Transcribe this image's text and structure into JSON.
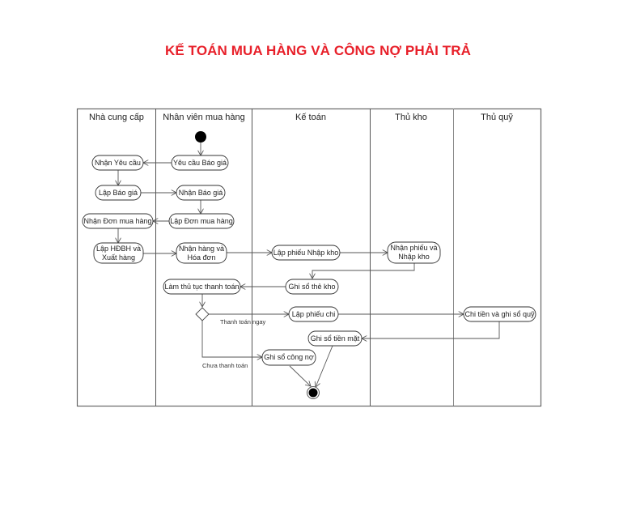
{
  "title": "KẾ TOÁN MUA HÀNG VÀ CÔNG NỢ PHẢI TRẢ",
  "colors": {
    "title": "#e8202a",
    "line": "#555555",
    "node_fill": "#ffffff",
    "initial_node": "#000000"
  },
  "swimlanes": [
    {
      "id": "ncc",
      "label": "Nhà cung cấp"
    },
    {
      "id": "nvmh",
      "label": "Nhân viên mua hàng"
    },
    {
      "id": "kt",
      "label": "Kế toán"
    },
    {
      "id": "tk",
      "label": "Thủ kho"
    },
    {
      "id": "tq",
      "label": "Thủ quỹ"
    }
  ],
  "nodes": {
    "n1": {
      "lane": "nvmh",
      "lines": [
        "Yêu cầu Báo giá"
      ]
    },
    "n2": {
      "lane": "ncc",
      "lines": [
        "Nhận Yêu cầu"
      ]
    },
    "n3": {
      "lane": "ncc",
      "lines": [
        "Lập Báo giá"
      ]
    },
    "n4": {
      "lane": "nvmh",
      "lines": [
        "Nhận Báo giá"
      ]
    },
    "n5": {
      "lane": "nvmh",
      "lines": [
        "Lập Đơn mua hàng"
      ]
    },
    "n6": {
      "lane": "ncc",
      "lines": [
        "Nhận Đơn mua hàng"
      ]
    },
    "n7": {
      "lane": "ncc",
      "lines": [
        "Lập HĐBH và",
        "Xuất hàng"
      ]
    },
    "n8": {
      "lane": "nvmh",
      "lines": [
        "Nhận hàng và",
        "Hóa đơn"
      ]
    },
    "n9": {
      "lane": "kt",
      "lines": [
        "Lập phiếu Nhập kho"
      ]
    },
    "n10": {
      "lane": "tk",
      "lines": [
        "Nhận phiếu và",
        "Nhập kho"
      ]
    },
    "n11": {
      "lane": "kt",
      "lines": [
        "Ghi sổ thẻ kho"
      ]
    },
    "n12": {
      "lane": "nvmh",
      "lines": [
        "Làm thủ tục thanh toán"
      ]
    },
    "n13": {
      "lane": "kt",
      "lines": [
        "Lập phiếu chi"
      ]
    },
    "n14": {
      "lane": "tq",
      "lines": [
        "Chi tiền và ghi sổ quỹ"
      ]
    },
    "n15": {
      "lane": "kt",
      "lines": [
        "Ghi sổ tiền mặt"
      ]
    },
    "n16": {
      "lane": "kt",
      "lines": [
        "Ghi sổ công nợ"
      ]
    }
  },
  "n7_l1": "Lập HĐBH và",
  "n7_l2": "Xuất hàng",
  "n8_l1": "Nhận hàng và",
  "n8_l2": "Hóa đơn",
  "n10_l1": "Nhận phiếu và",
  "n10_l2": "Nhập kho",
  "guards": {
    "pay_now": "Thanh toán ngay",
    "not_paid": "Chưa thanh toán"
  },
  "edges": [
    [
      "start",
      "n1"
    ],
    [
      "n1",
      "n2"
    ],
    [
      "n2",
      "n3"
    ],
    [
      "n3",
      "n4"
    ],
    [
      "n4",
      "n5"
    ],
    [
      "n5",
      "n6"
    ],
    [
      "n6",
      "n7"
    ],
    [
      "n7",
      "n8"
    ],
    [
      "n8",
      "n9"
    ],
    [
      "n9",
      "n10"
    ],
    [
      "n10",
      "n11"
    ],
    [
      "n11",
      "n12"
    ],
    [
      "n12",
      "decision"
    ],
    [
      "decision",
      "n13",
      "Thanh toán ngay"
    ],
    [
      "decision",
      "n16",
      "Chưa thanh toán"
    ],
    [
      "n13",
      "n14"
    ],
    [
      "n14",
      "n15"
    ],
    [
      "n15",
      "end"
    ],
    [
      "n16",
      "end"
    ]
  ]
}
